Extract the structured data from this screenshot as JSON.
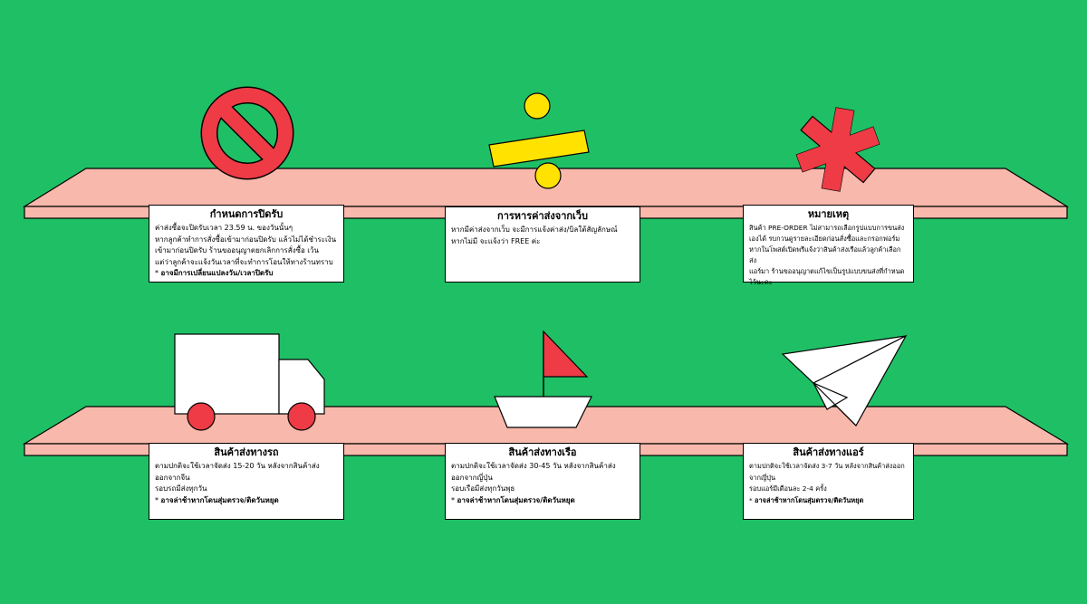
{
  "colors": {
    "background": "#1fc065",
    "shelf": "#f8b8ab",
    "red": "#ef3b46",
    "yellow": "#ffe200",
    "white": "#ffffff",
    "outline": "#000000"
  },
  "top_row": [
    {
      "icon": "prohibited-icon",
      "title": "กำหนดการปิดรับ",
      "lines": [
        "ค่าส่งซื้อจะปิดรับเวลา 23.59 น. ของวันนั้นๆ",
        "หากลูกค้าทำการสั่งซื้อเข้ามาก่อนปิดรับ แล้วไม่ได้ชำระเงิน",
        "เข้ามาก่อนปิดรับ ร้านขออนุญาตยกเลิกการสั่งซื้อ เว้น",
        "แต่ว่าลูกค้าจะแจ้งวันเวลาที่จะทำการโอนให้ทางร้านทราบ"
      ],
      "note": "อาจมีการเปลี่ยนแปลงวัน/เวลาปิดรับ"
    },
    {
      "icon": "divide-icon",
      "title": "การหารค่าส่งจากเว็บ",
      "lines": [
        "หากมีค่าส่งจากเว็บ จะมีการแจ้งค่าส่ง/บิลใต้สัญลักษณ์",
        "หากไม่มี จะแจ้งว่า FREE ค่ะ"
      ],
      "note": ""
    },
    {
      "icon": "asterisk-icon",
      "title": "หมายเหตุ",
      "lines": [
        "สินค้า PRE-ORDER ไม่สามารถเลือกรูปแบบการขนส่ง",
        "เองได้ รบกวนดูรายละเอียดก่อนสั่งซื้อและกรอกฟอร์ม",
        "หากในโพสต์เปิดพรีแจ้งว่าสินค้าส่งเรือแล้วลูกค้าเลือกส่ง",
        "แอร์มา ร้านขออนุญาตแก้ไขเป็นรูปแบบขนส่งที่กำหนด",
        "ไว้นะคะ"
      ],
      "note": ""
    }
  ],
  "bottom_row": [
    {
      "icon": "truck-icon",
      "title": "สินค้าส่งทางรถ",
      "lines": [
        "ตามปกติจะใช้เวลาจัดส่ง 15-20 วัน หลังจากสินค้าส่ง",
        "ออกจากจีน",
        "รอบรถมีส่งทุกวัน"
      ],
      "note": "อาจล่าช้าหากโดนสุ่มตรวจ/ติดวันหยุด"
    },
    {
      "icon": "boat-icon",
      "title": "สินค้าส่งทางเรือ",
      "lines": [
        "ตามปกติจะใช้เวลาจัดส่ง 30-45 วัน หลังจากสินค้าส่ง",
        "ออกจากญี่ปุ่น",
        "รอบเรือมีส่งทุกวันพุธ"
      ],
      "note": "อาจล่าช้าหากโดนสุ่มตรวจ/ติดวันหยุด"
    },
    {
      "icon": "paper-plane-icon",
      "title": "สินค้าส่งทางแอร์",
      "lines": [
        "ตามปกติจะใช้เวลาจัดส่ง 3-7 วัน หลังจากสินค้าส่งออก",
        "จากญี่ปุ่น",
        "รอบแอร์มีเดือนละ 2-4 ครั้ง"
      ],
      "note": "อาจล่าช้าหากโดนสุ่มตรวจ/ติดวันหยุด"
    }
  ]
}
